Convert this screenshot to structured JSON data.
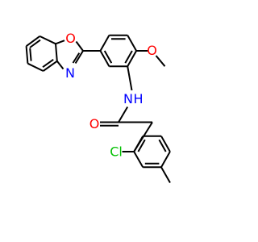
{
  "molecule": {
    "atoms": {
      "O_oxazole": {
        "symbol": "O",
        "color": "#ff0000"
      },
      "N_oxazole": {
        "symbol": "N",
        "color": "#0000ff"
      },
      "O_methoxy": {
        "symbol": "O",
        "color": "#ff0000"
      },
      "NH_amide": {
        "symbol": "N",
        "subscript": "H",
        "color": "#0000ff"
      },
      "O_carbonyl": {
        "symbol": "O",
        "color": "#ff0000"
      },
      "Cl": {
        "symbol": "Cl",
        "color": "#00c000"
      }
    }
  }
}
